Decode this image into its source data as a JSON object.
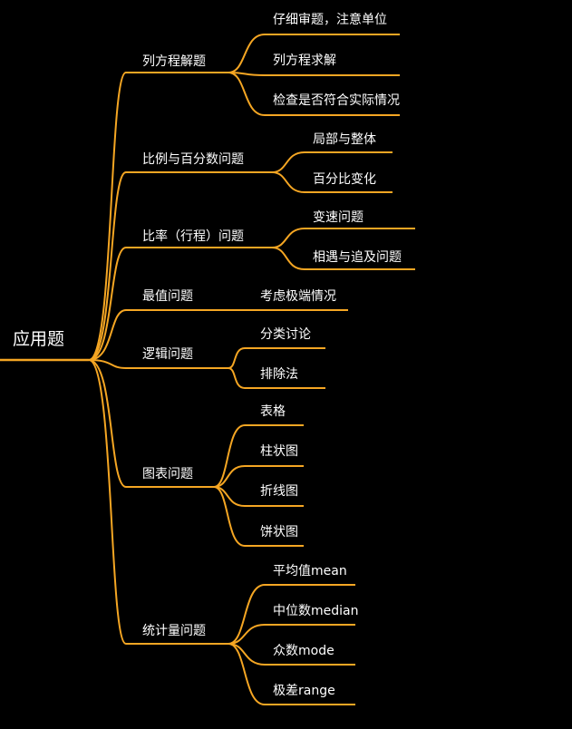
{
  "mindmap": {
    "root": "应用题",
    "line_color": "#f5a623",
    "background": "#000000",
    "branches": [
      {
        "label": "列方程解题",
        "children": [
          "仔细审题，注意单位",
          "列方程求解",
          "检查是否符合实际情况"
        ]
      },
      {
        "label": "比例与百分数问题",
        "children": [
          "局部与整体",
          "百分比变化"
        ]
      },
      {
        "label": "比率（行程）问题",
        "children": [
          "变速问题",
          "相遇与追及问题"
        ]
      },
      {
        "label": "最值问题",
        "children": [
          "考虑极端情况"
        ]
      },
      {
        "label": "逻辑问题",
        "children": [
          "分类讨论",
          "排除法"
        ]
      },
      {
        "label": "图表问题",
        "children": [
          "表格",
          "柱状图",
          "折线图",
          "饼状图"
        ]
      },
      {
        "label": "统计量问题",
        "children": [
          "平均值mean",
          "中位数median",
          "众数mode",
          "极差range"
        ]
      }
    ]
  }
}
